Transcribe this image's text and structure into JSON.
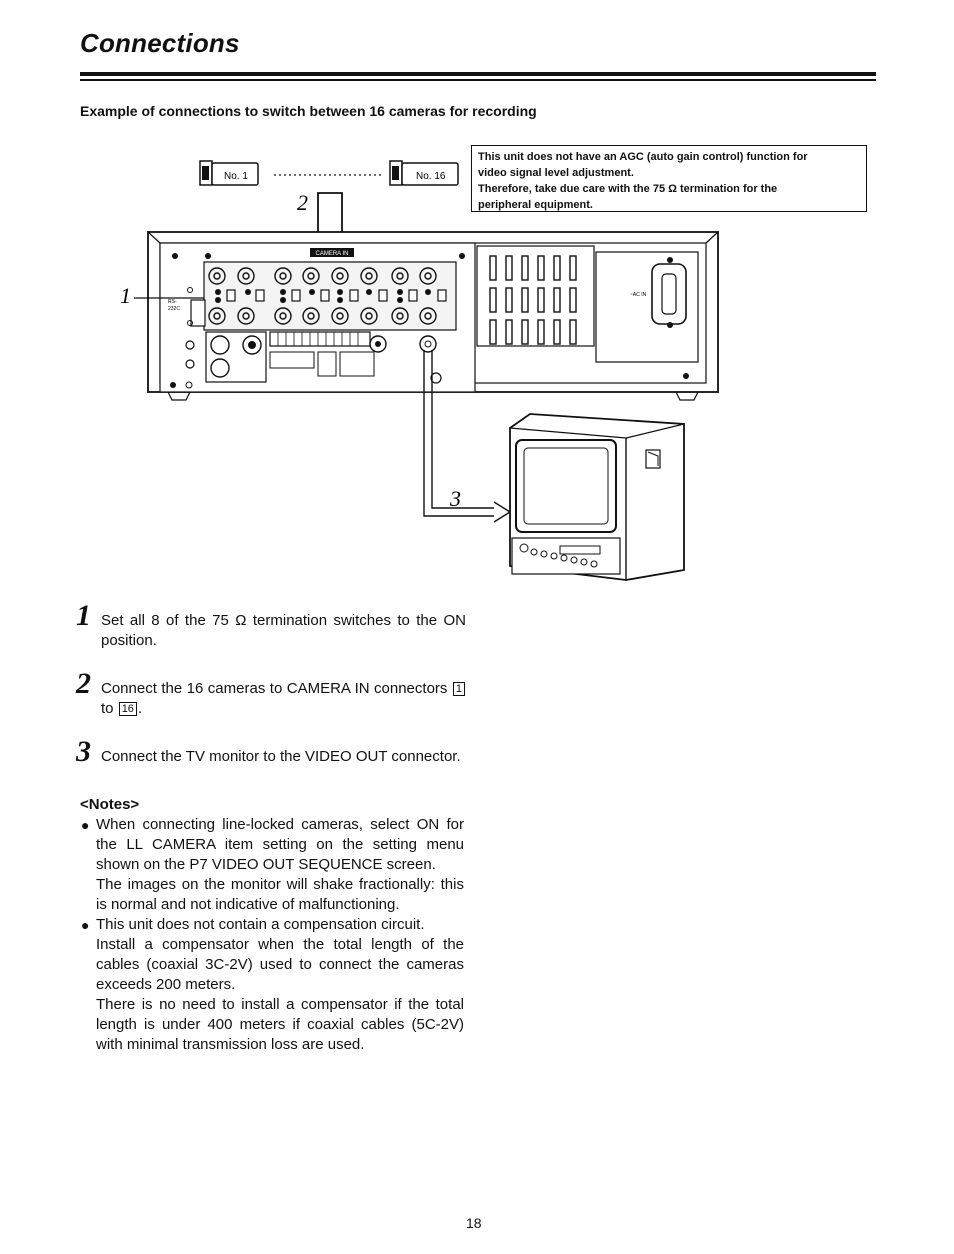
{
  "page": {
    "title": "Connections",
    "subtitle": "Example of connections to switch between 16 cameras for recording",
    "page_number": "18"
  },
  "note_box": {
    "line1": "This unit does not have an AGC (auto gain control) function for",
    "line2": "video signal level adjustment.",
    "line3": "Therefore, take due care with the 75 Ω termination for the",
    "line4": "peripheral equipment."
  },
  "diagram": {
    "camera_first": "No. 1",
    "camera_last": "No. 16",
    "camera_in_label": "CAMERA IN",
    "ac_in_label": "~AC IN",
    "callout_1": "1",
    "callout_2": "2",
    "callout_3": "3"
  },
  "steps": [
    {
      "num": "1",
      "text": "Set all 8 of the 75 Ω termination switches to the ON position."
    },
    {
      "num": "2",
      "text_a": "Connect the 16 cameras to CAMERA IN connectors",
      "box_a": "1",
      "text_b": "to",
      "box_b": "16",
      "text_c": "."
    },
    {
      "num": "3",
      "text": "Connect the TV monitor to the VIDEO OUT connector."
    }
  ],
  "notes": {
    "heading": "<Notes>",
    "items": [
      {
        "p1": "When connecting line-locked cameras, select ON for the LL CAMERA item setting on the setting menu shown on the P7 VIDEO OUT SEQUENCE screen.",
        "p2": "The images on the monitor will shake fractionally: this is normal and not indicative of malfunctioning."
      },
      {
        "p1": "This unit does not contain a compensation circuit.",
        "p2": "Install a compensator when the total length of the cables (coaxial 3C-2V) used to connect the cameras exceeds 200 meters.",
        "p3": "There is no need to install a compensator if the total length is under 400 meters if coaxial cables (5C-2V) with minimal transmission loss are used."
      }
    ]
  }
}
